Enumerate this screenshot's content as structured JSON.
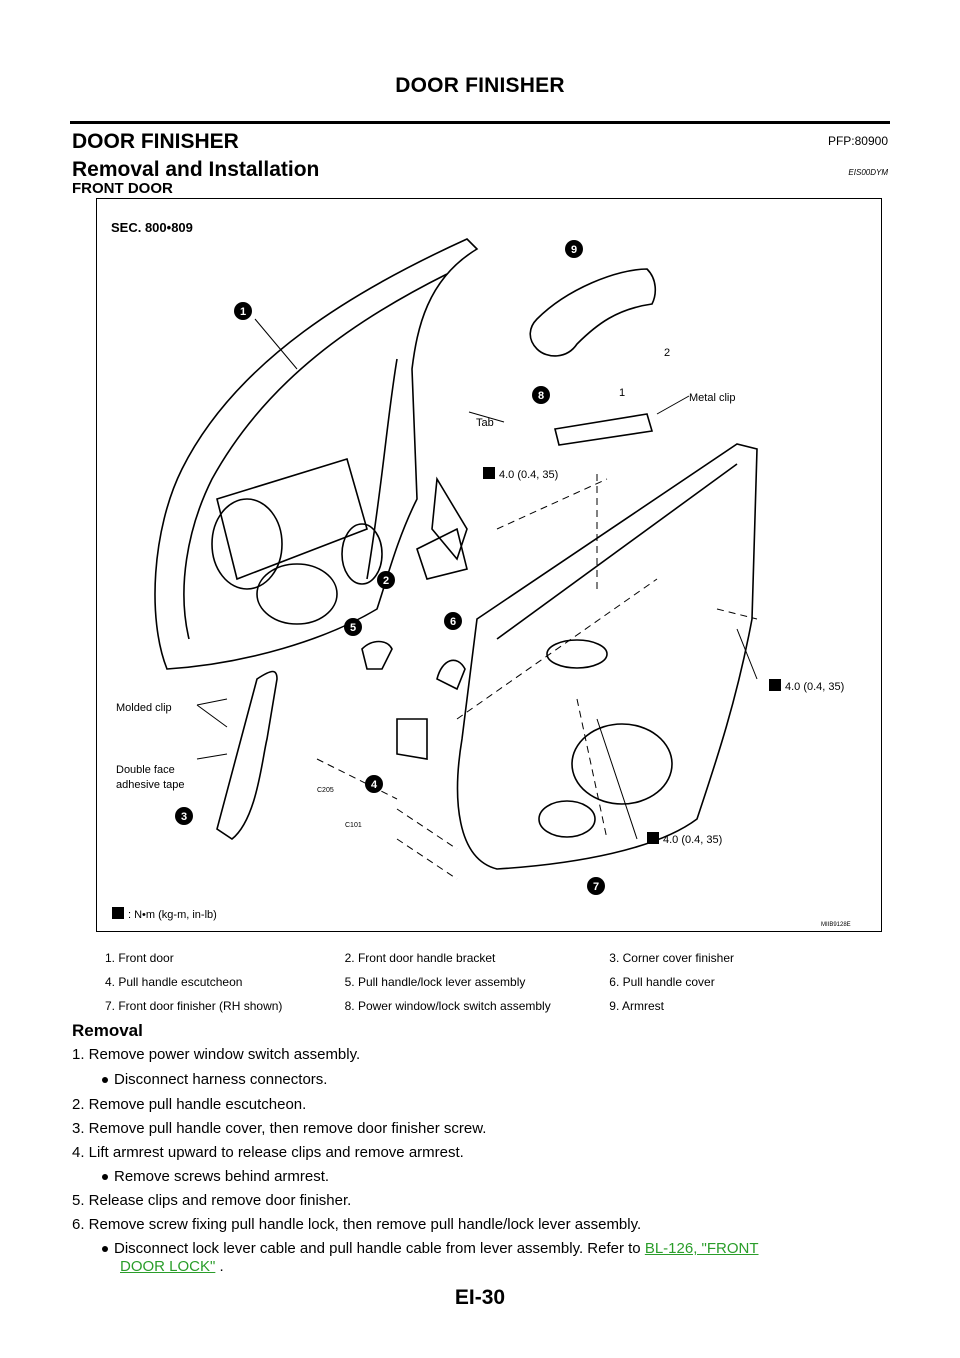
{
  "header": {
    "title": "DOOR FINISHER"
  },
  "section": {
    "title": "DOOR FINISHER",
    "part_code": "PFP:80900"
  },
  "subsection": {
    "title": "Removal and Installation",
    "doc_code": "EIS00DYM",
    "heading": "FRONT DOOR"
  },
  "figure": {
    "sec_label": "SEC. 800•809",
    "labels": {
      "tab": "Tab",
      "metal_clip": "Metal clip",
      "torque_upper": "4.0 (0.4, 35)",
      "torque_right": "4.0 (0.4, 35)",
      "torque_lower": "4.0 (0.4, 35)",
      "molded_clip": "Molded clip",
      "double_face_1": "Double face",
      "double_face_2": "adhesive tape",
      "arrow_1": "1",
      "arrow_2": "2",
      "c205": "C205",
      "c101": "C101",
      "units": ": N•m (kg-m, in-lb)",
      "image_code": "MIIB9128E"
    },
    "callouts": [
      "1",
      "2",
      "3",
      "4",
      "5",
      "6",
      "7",
      "8",
      "9"
    ]
  },
  "legend": [
    [
      "1.  Front door",
      "2.  Front door handle bracket",
      "3.  Corner cover finisher"
    ],
    [
      "4.  Pull handle escutcheon",
      "5.  Pull handle/lock lever assembly",
      "6.  Pull handle cover"
    ],
    [
      "7.  Front door finisher (RH shown)",
      "8.  Power window/lock switch assembly",
      "9.  Armrest"
    ]
  ],
  "removal": {
    "heading": "Removal",
    "steps": [
      "1.  Remove power window switch assembly.",
      "Disconnect harness connectors.",
      "2.  Remove pull handle escutcheon.",
      "3.  Remove pull handle cover, then remove door finisher screw.",
      "4.  Lift armrest upward to release clips and remove armrest.",
      "Remove screws behind armrest.",
      "5.  Release clips and remove door finisher.",
      "6.  Remove screw fixing pull handle lock, then remove pull handle/lock lever assembly.",
      "Disconnect lock lever cable and pull handle cable from lever assembly. Refer to",
      "."
    ],
    "link_1": "BL-126, \"FRONT",
    "link_2": "DOOR LOCK\""
  },
  "footer": {
    "page_number": "EI-30"
  }
}
